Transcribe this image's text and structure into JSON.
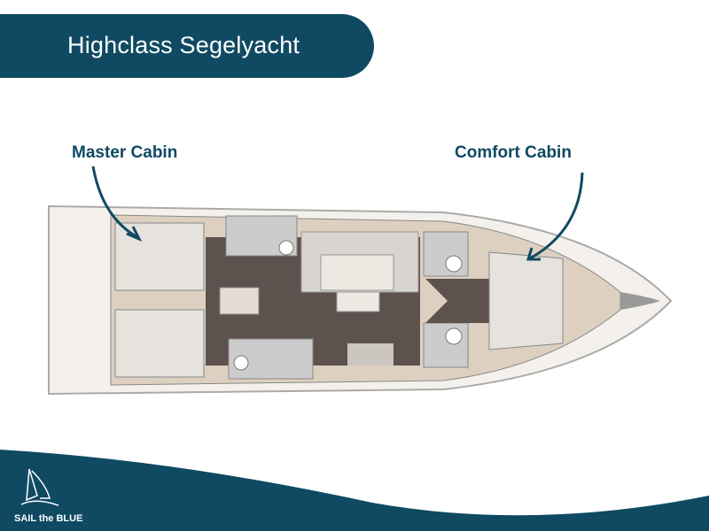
{
  "title": "Highclass Segelyacht",
  "labels": {
    "master": "Master Cabin",
    "comfort": "Comfort Cabin"
  },
  "logo": {
    "text": "SAIL the BLUE"
  },
  "colors": {
    "brand": "#0f4a62"
  }
}
